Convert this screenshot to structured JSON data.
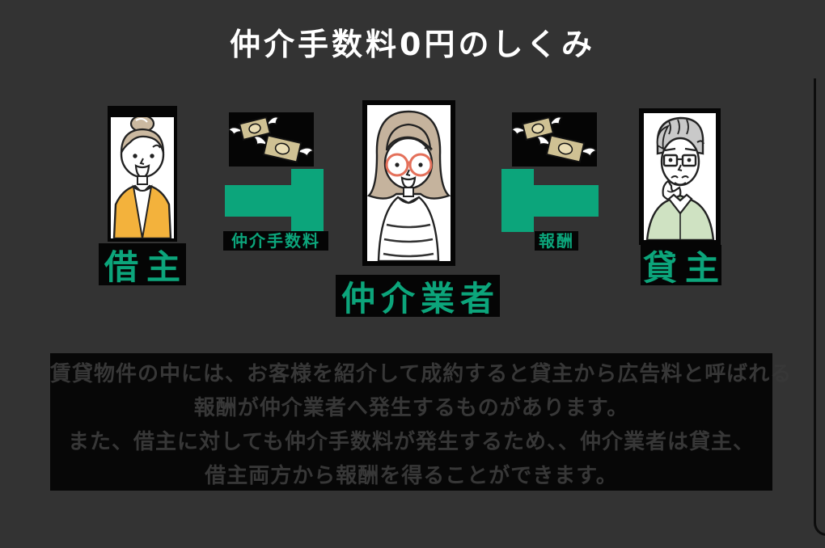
{
  "page": {
    "title": "仲介手数料0円のしくみ",
    "bg_color": "#333333",
    "accent_green": "#0ca57b",
    "panel_black": "#050505",
    "description_text_color": "#373737"
  },
  "diagram": {
    "actors": [
      {
        "id": "borrower",
        "label": "借主",
        "illustration": "young-woman-hair-bun-yellow-cardigan"
      },
      {
        "id": "agent",
        "label": "仲介業者",
        "illustration": "woman-red-glasses-striped-shirt"
      },
      {
        "id": "landlord",
        "label": "貸主",
        "illustration": "older-man-glasses-green-sweater-thinking"
      }
    ],
    "flows": [
      {
        "id": "brokerage-fee",
        "label": "仲介手数料",
        "direction": "right",
        "from": "借主",
        "to": "仲介業者",
        "icon": "flying-money"
      },
      {
        "id": "reward",
        "label": "報酬",
        "direction": "left",
        "from": "貸主",
        "to": "仲介業者",
        "icon": "flying-money"
      }
    ]
  },
  "description": {
    "lines": [
      "賃貸物件の中には、お客様を紹介して成約すると貸主から広告料と呼ばれる",
      "報酬が仲介業者へ発生するものがあります。",
      "また、借主に対しても仲介手数料が発生するため、、仲介業者は貸主、",
      "借主両方から報酬を得ることができます。"
    ]
  }
}
